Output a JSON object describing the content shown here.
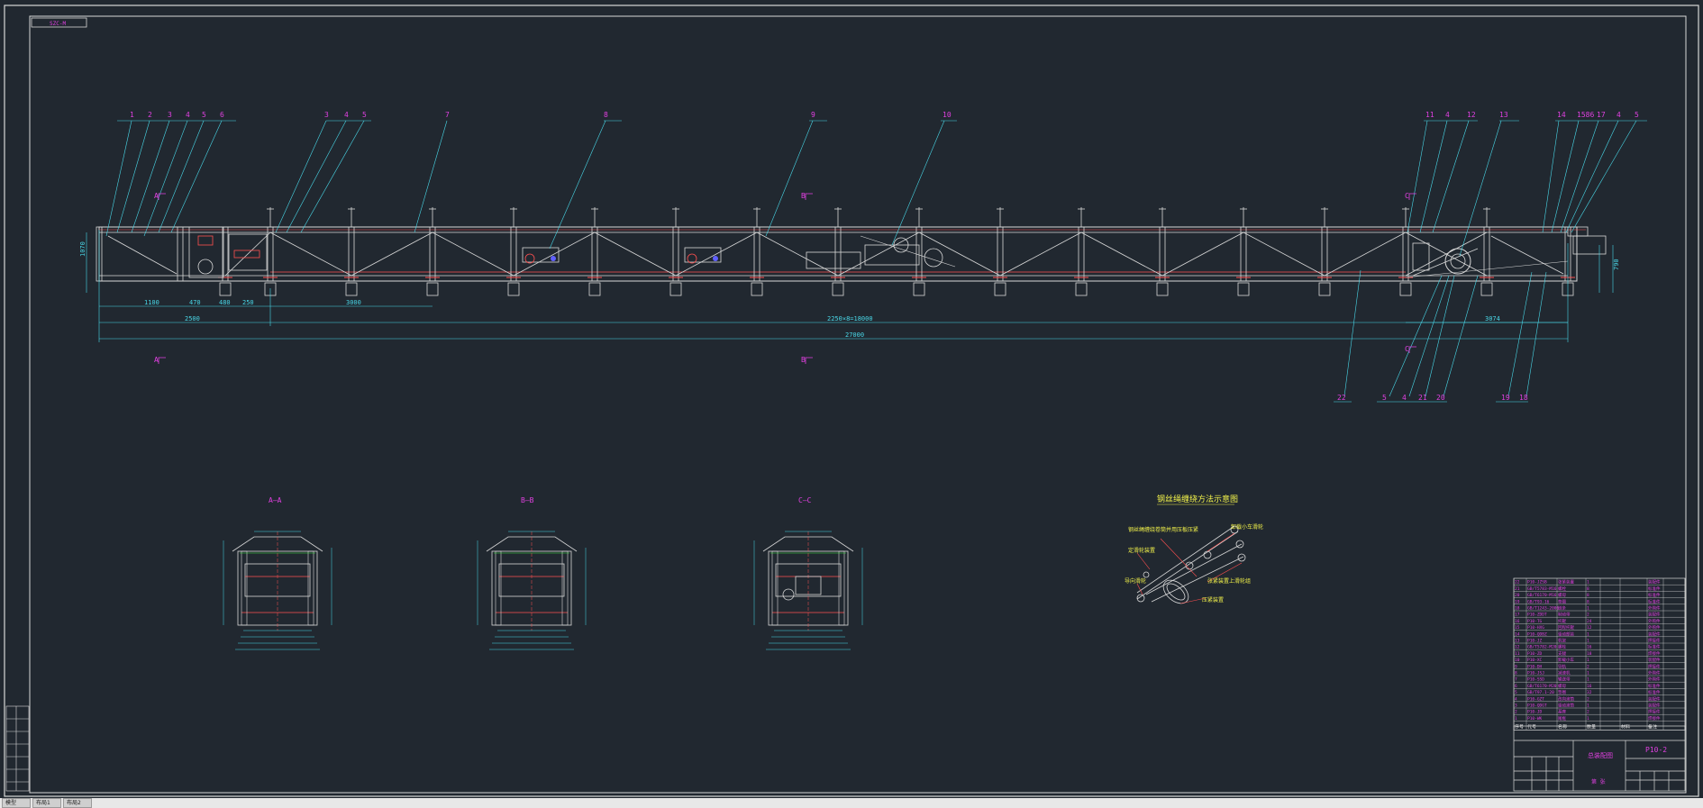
{
  "drawing": {
    "sheet_code": "SZC-M",
    "drawing_no": "P10-2",
    "title_cn": "总装配图",
    "sheet_label": "第 张"
  },
  "section_labels": [
    "A—A",
    "B—B",
    "C—C"
  ],
  "section_markers": [
    "A",
    "B",
    "C"
  ],
  "callouts_top": [
    "1",
    "2",
    "3",
    "4",
    "5",
    "6",
    "3",
    "4",
    "5",
    "7",
    "8",
    "9",
    "10",
    "11",
    "4",
    "12",
    "13",
    "14",
    "1586",
    "17",
    "4",
    "5"
  ],
  "callouts_bottom": [
    "22",
    "5",
    "4",
    "21",
    "20",
    "19",
    "18"
  ],
  "dimensions": {
    "span_main": "2250×8=18000",
    "overall": "27000",
    "left_a": "1100",
    "left_b": "470",
    "left_c": "480",
    "left_d": "250",
    "seg_3000": "3000",
    "seg_2500": "2500",
    "right_end": "3074",
    "height_left": "1070",
    "height_right": "790"
  },
  "detail": {
    "title": "钢丝绳缠绕方法示意图",
    "labels": [
      "钢丝绳缠绕卷筒并用压板压紧",
      "卸载小车滑轮",
      "定滑轮装置",
      "导向滑轮",
      "张紧装置上滑轮组",
      "压紧装置"
    ]
  },
  "bom": {
    "rows": [
      [
        "22",
        "P10-JZSB",
        "张紧装置",
        "1",
        "",
        "装配件"
      ],
      [
        "21",
        "GB/T5783-M16",
        "螺栓",
        "8",
        "",
        "标准件"
      ],
      [
        "20",
        "GB/T6170-M16",
        "螺母",
        "8",
        "",
        "标准件"
      ],
      [
        "19",
        "GB/T93-16",
        "垫圈",
        "8",
        "",
        "标准件"
      ],
      [
        "18",
        "GB/T1243-2006",
        "链条",
        "1",
        "",
        "外购件"
      ],
      [
        "17",
        "P10-ZDDT",
        "制动带",
        "2",
        "",
        "装配件"
      ],
      [
        "16",
        "P10-TG",
        "托辊",
        "24",
        "",
        "外购件"
      ],
      [
        "15",
        "P10-HXG",
        "回程托辊",
        "12",
        "",
        "外购件"
      ],
      [
        "14",
        "P10-QDBZ",
        "驱动部装",
        "1",
        "",
        "装配件"
      ],
      [
        "13",
        "P10-JZ",
        "机架",
        "1",
        "",
        "焊接件"
      ],
      [
        "12",
        "GB/T5782-M20",
        "螺栓",
        "16",
        "",
        "标准件"
      ],
      [
        "11",
        "P10-ZD",
        "支腿",
        "18",
        "",
        "焊接件"
      ],
      [
        "10",
        "P10-XC",
        "卸载小车",
        "1",
        "",
        "装配件"
      ],
      [
        "9",
        "P10-DH",
        "导轨",
        "2",
        "",
        "焊接件"
      ],
      [
        "8",
        "P10-JSJ",
        "减速机",
        "1",
        "",
        "外购件"
      ],
      [
        "7",
        "P10-SSD",
        "输送带",
        "1",
        "",
        "外购件"
      ],
      [
        "6",
        "GB/T6170-M20",
        "螺母",
        "16",
        "",
        "标准件"
      ],
      [
        "5",
        "GB/T97.1-20",
        "垫圈",
        "32",
        "",
        "标准件"
      ],
      [
        "4",
        "P10-GZT",
        "改向滚筒",
        "2",
        "",
        "装配件"
      ],
      [
        "3",
        "P10-QDGT",
        "驱动滚筒",
        "1",
        "",
        "装配件"
      ],
      [
        "2",
        "P10-JD",
        "基座",
        "2",
        "",
        "焊接件"
      ],
      [
        "1",
        "P10-WK",
        "尾框",
        "1",
        "",
        "焊接件"
      ]
    ],
    "header": [
      "序号",
      "代号",
      "名称",
      "数量",
      "材料",
      "备注"
    ]
  },
  "status_tabs": [
    "模型",
    "布局1",
    "布局2"
  ],
  "colors": {
    "background": "#212830",
    "frame": "#d8d8d8",
    "magenta": "#e040e0",
    "cyan": "#49d8e8",
    "green": "#3ee83e",
    "red": "#ff5050",
    "yellow": "#f2f24a"
  }
}
